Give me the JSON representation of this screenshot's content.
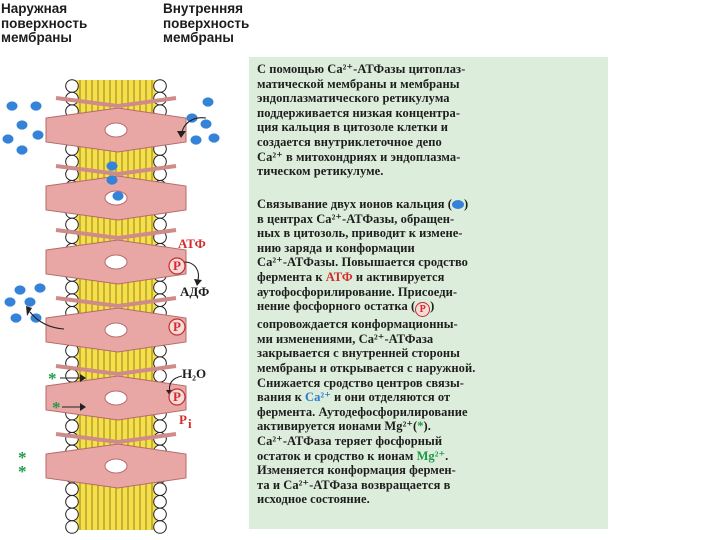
{
  "headers": {
    "outer": "Наружная\nповерхность\nмембраны",
    "inner": "Внутренняя\nповерхность\nмембраны"
  },
  "diagram_labels": {
    "atp": "АТФ",
    "adp": "АДФ",
    "water": "H₂O",
    "phosphate_main": "P",
    "phosphate_sub": "i",
    "phosphate_symbol": "P",
    "mg_symbol": "*"
  },
  "colors": {
    "calcium": "#3483d8",
    "lipid_head": "#ffffff",
    "lipid_tail": "#f6e04a",
    "protein": "#e8a6a4",
    "phosphate": "#c23030",
    "magnesium": "#1f9a4a",
    "panel": "#ddeddb"
  },
  "text": {
    "p1": "С помощью Ca²⁺-АТФазы цитоплаз-\nматической мембраны и мембраны\nэндоплазматического ретикулума\nподдерживается низкая концентра-\nция кальция в цитозоле клетки и\nсоздается внутриклеточное депо\nCa²⁺ в митохондриях и эндоплазма-\nтическом ретикулуме.",
    "p2_a": "Связывание двух ионов кальция (",
    "p2_b": ")\nв центрах Ca²⁺-АТФазы, обращен-\nных в цитозоль, приводит к измене-\nнию заряда и конформации\nCa²⁺-АТФазы. Повышается сродство\nфермента к ",
    "p2_atp": "АТФ",
    "p2_c": " и активируется\nаутофосфорилирование. Присоеди-\nнение фосфорного остатка (",
    "p2_p": "P",
    "p2_d": ")\nсопровождается конформационны-\nми изменениями, Ca²⁺-АТФаза\nзакрывается с внутренней стороны\nмембраны и открывается с наружной.\nСнижается сродство центров связы-\nвания к ",
    "p2_ca": "Ca²⁺",
    "p2_e": " и они отделяются от\nфермента. Аутодефосфорилирование\nактивируется ионами Mg²⁺(",
    "p2_star": "*",
    "p2_f": ").\nCa²⁺-АТФаза теряет фосфорный\nостаток и сродство к ионам ",
    "p2_mg": "Mg²⁺",
    "p2_g": ".\nИзменяется конформация фермен-\nта и Ca²⁺-АТФаза возвращается в\nисходное состояние."
  }
}
